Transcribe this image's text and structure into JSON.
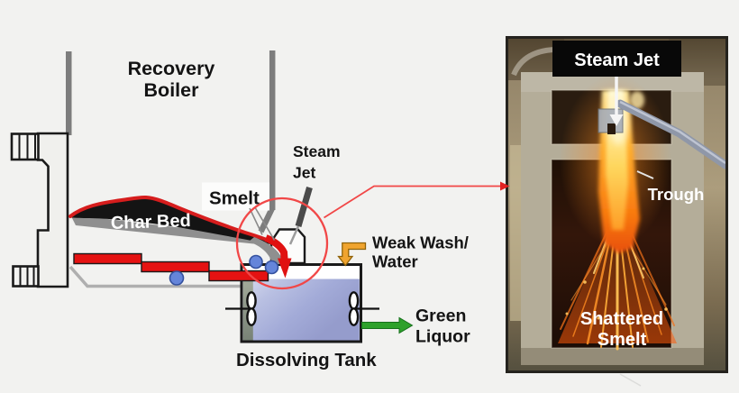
{
  "diagram": {
    "labels": {
      "recovery_boiler": {
        "line1": "Recovery",
        "line2": "Boiler"
      },
      "char_bed": "Char Bed",
      "smelt": "Smelt",
      "steam_jet": {
        "line1": "Steam",
        "line2": "Jet"
      },
      "weak_wash": {
        "line1": "Weak Wash/",
        "line2": "Water"
      },
      "green_liquor": {
        "line1": "Green",
        "line2": "Liquor"
      },
      "dissolving_tank": "Dissolving Tank"
    },
    "colors": {
      "smelt_red": "#E01111",
      "highlight_red": "#F14747",
      "char_black": "#141414",
      "wall_gray": "#7D7D7D",
      "weak_wash_orange": "#F0A42F",
      "green_liquor_green": "#2EA12B",
      "dissolved_smelt_blue": "#6585DA",
      "liquor_blue": "#A8B0DC"
    }
  },
  "photo": {
    "labels": {
      "steam_jet": "Steam Jet",
      "trough": "Trough",
      "shattered_smelt": {
        "line1": "Shattered",
        "line2": "Smelt"
      }
    }
  }
}
